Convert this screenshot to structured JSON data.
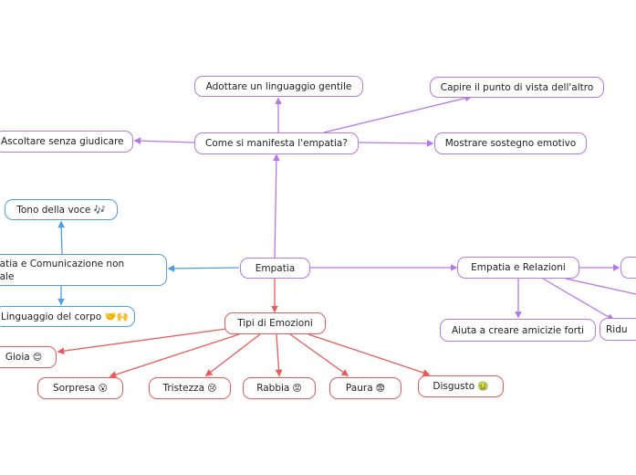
{
  "root": {
    "label": "Empatia"
  },
  "manifesta": {
    "label": "Come si manifesta l'empatia?",
    "children": {
      "linguaggio": "Adottare un linguaggio gentile",
      "punto_vista": "Capire il punto di vista dell'altro",
      "ascoltare": "Ascoltare senza giudicare",
      "sostegno": "Mostrare sostegno emotivo"
    }
  },
  "comunicazione": {
    "label": "Empatia e Comunicazione non verbale",
    "label_visible": "patia e Comunicazione non bale",
    "line1": "patia e Comunicazione non",
    "line2": "bale",
    "children": {
      "tono": "Tono della voce 🎶",
      "corpo": "Linguaggio del corpo 🤝🙌"
    }
  },
  "relazioni": {
    "label": "Empatia e Relazioni",
    "children": {
      "amicizie": "Aiuta a creare amicizie forti",
      "riduce_fragment": "Ridu"
    }
  },
  "emozioni": {
    "label": "Tipi di Emozioni",
    "children": {
      "gioia": {
        "label": "Gioia",
        "emoji": "😊"
      },
      "sorpresa": {
        "label": "Sorpresa",
        "emoji": "😮"
      },
      "tristezza": {
        "label": "Tristezza",
        "emoji": "😢"
      },
      "rabbia": {
        "label": "Rabbia",
        "emoji": "😡"
      },
      "paura": {
        "label": "Paura",
        "emoji": "😨"
      },
      "disgusto": {
        "label": "Disgusto",
        "emoji": "🤢"
      }
    }
  },
  "colors": {
    "purple": "#b678e6",
    "blue": "#4d9ee6",
    "red": "#ea5a5a",
    "background": "#ffffff"
  }
}
